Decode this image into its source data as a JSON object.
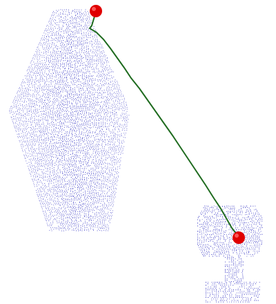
{
  "scene": {
    "kind": "point-cloud-path-view",
    "background_color": "#ffffff",
    "point_color": "#0000b4",
    "path_color": "#1f6b1f",
    "marker_color": "#e00000",
    "objects": [
      {
        "name": "large-point-cloud",
        "shape": "diamond"
      },
      {
        "name": "small-point-cloud",
        "shape": "rounded-block-with-stem"
      }
    ],
    "path": {
      "name": "planned-path",
      "start_marker": "start-point",
      "end_marker": "goal-point"
    }
  }
}
